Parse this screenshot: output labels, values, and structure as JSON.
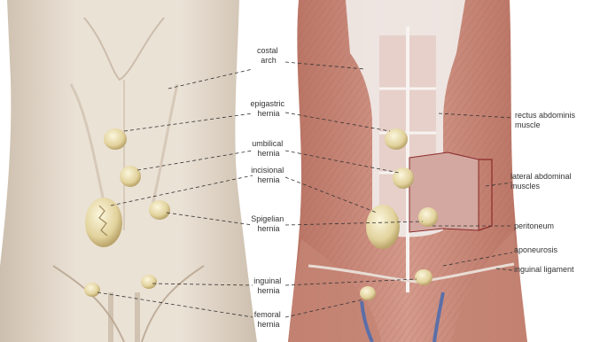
{
  "labels": {
    "costal_arch": [
      "costal",
      "arch"
    ],
    "epigastric_hernia": [
      "epigastric",
      "hernia"
    ],
    "umbilical_hernia": [
      "umbilical",
      "hernia"
    ],
    "incisional_hernia": [
      "incisional",
      "hernia"
    ],
    "spigelian_hernia": [
      "Spigelian",
      "hernia"
    ],
    "inguinal_hernia": [
      "inguinal",
      "hernia"
    ],
    "femoral_hernia": [
      "femoral",
      "hernia"
    ],
    "rectus_abdominis_muscle": [
      "rectus abdominis",
      "muscle"
    ],
    "lateral_abdominal_muscles": [
      "lateral abdominal",
      "muscles"
    ],
    "peritoneum": [
      "peritoneum"
    ],
    "aponeurosis": [
      "aponeurosis"
    ],
    "inguinal_ligament": [
      "inguinal ligament"
    ]
  },
  "colors": {
    "skin": "#e8ddd0",
    "skin_shadow": "#cfc2b2",
    "muscle": "#c9867a",
    "fascia": "#ece8e4",
    "hernia": "#e6d9a8",
    "vessel": "#5b6fa8",
    "text": "#333333"
  }
}
